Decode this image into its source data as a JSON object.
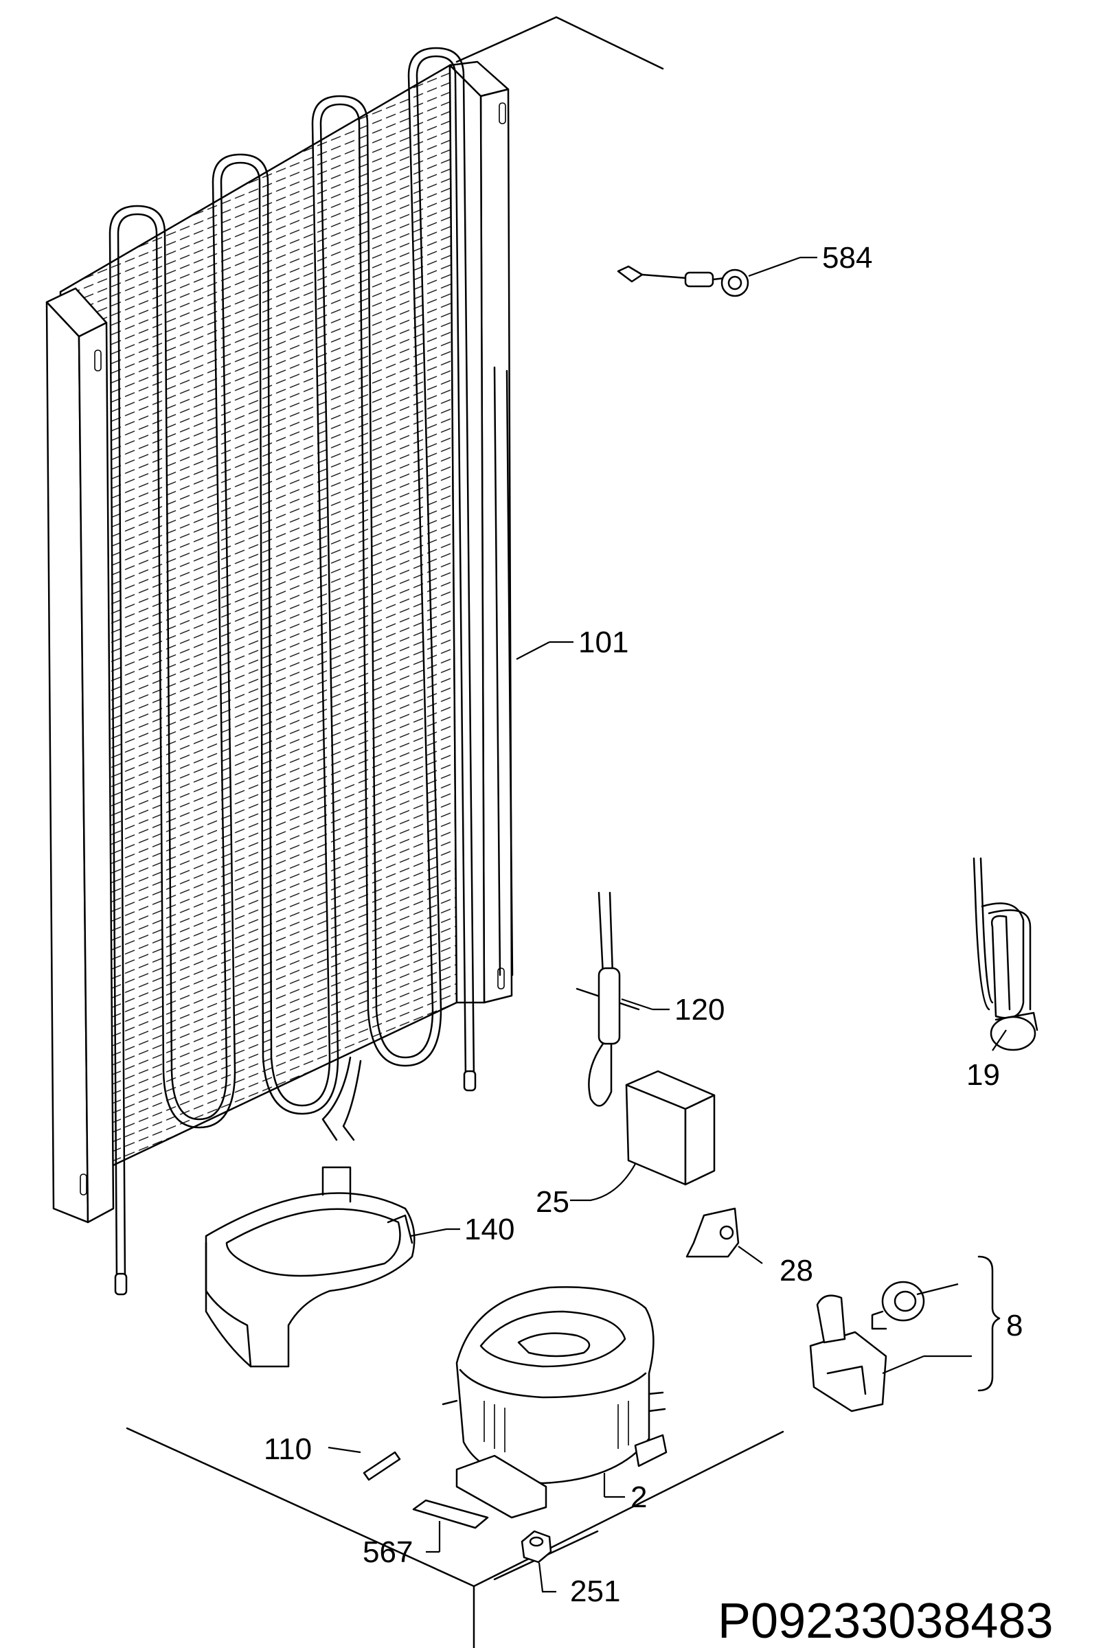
{
  "diagram": {
    "document_code": "P09233038483",
    "callouts": [
      {
        "id": "584",
        "label": "584"
      },
      {
        "id": "101",
        "label": "101"
      },
      {
        "id": "120",
        "label": "120"
      },
      {
        "id": "19",
        "label": "19"
      },
      {
        "id": "25",
        "label": "25"
      },
      {
        "id": "140",
        "label": "140"
      },
      {
        "id": "28",
        "label": "28"
      },
      {
        "id": "8",
        "label": "8"
      },
      {
        "id": "110",
        "label": "110"
      },
      {
        "id": "2",
        "label": "2"
      },
      {
        "id": "567",
        "label": "567"
      },
      {
        "id": "251",
        "label": "251"
      }
    ]
  }
}
